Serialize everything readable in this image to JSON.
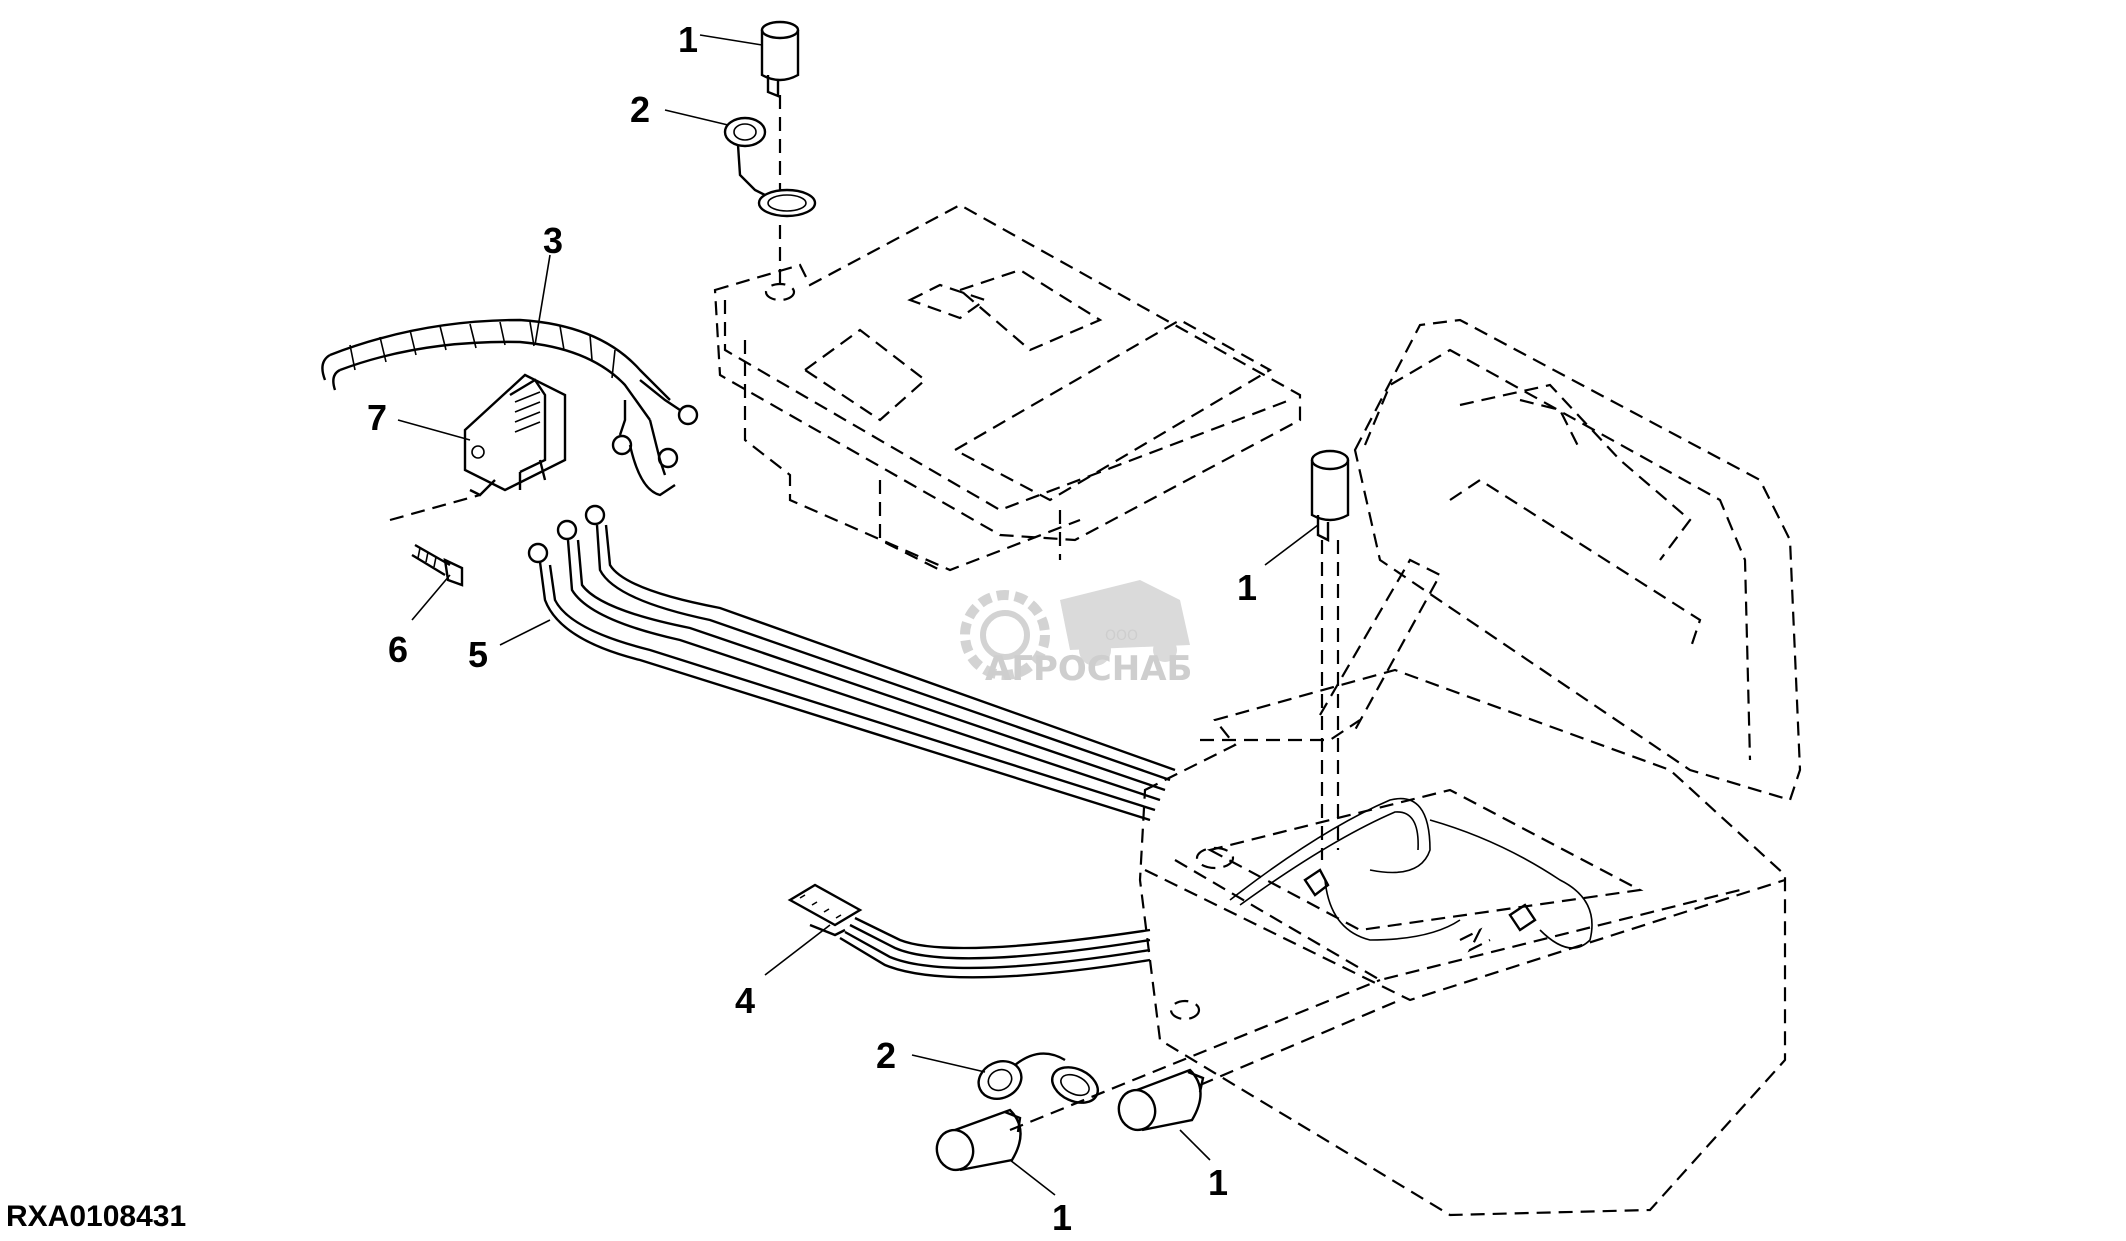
{
  "figure_id": "RXA0108431",
  "watermark": {
    "company_prefix": "ООО",
    "company_name": "АГРОСНАБ"
  },
  "callouts": [
    {
      "id": "c1a",
      "label": "1"
    },
    {
      "id": "c2a",
      "label": "2"
    },
    {
      "id": "c3",
      "label": "3"
    },
    {
      "id": "c7",
      "label": "7"
    },
    {
      "id": "c1b",
      "label": "1"
    },
    {
      "id": "c6",
      "label": "6"
    },
    {
      "id": "c5",
      "label": "5"
    },
    {
      "id": "c4",
      "label": "4"
    },
    {
      "id": "c2b",
      "label": "2"
    },
    {
      "id": "c1c",
      "label": "1"
    },
    {
      "id": "c1d",
      "label": "1"
    }
  ]
}
